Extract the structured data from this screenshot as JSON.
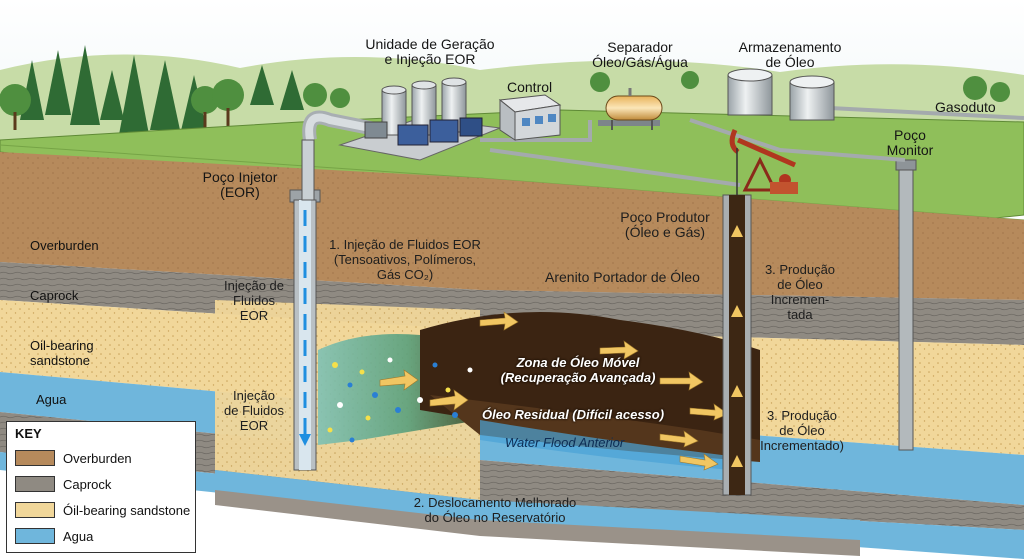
{
  "labels": {
    "unit": [
      "Unidade de Geração",
      "e Injeção EOR"
    ],
    "separator": [
      "Separador",
      "Óleo/Gás/Água"
    ],
    "storage": [
      "Armazenamento",
      "de Óleo"
    ],
    "control": "Control",
    "pipeline": "Gasoduto",
    "monitor_well": [
      "Poço",
      "Monitor"
    ],
    "injector_well": [
      "Poço Injetor",
      "(EOR)"
    ],
    "producer_well": [
      "Poço Produtor",
      "(Óleo e Gás)"
    ],
    "step1": [
      "1. Injeção de Fluidos EOR",
      "(Tensoativos, Polímeros,",
      "Gás CO₂)"
    ],
    "injection_upper": [
      "Injeção de",
      "Fluidos",
      "EOR"
    ],
    "injection_lower": [
      "Injeção",
      "de Fluidos",
      "EOR"
    ],
    "sandstone_label": "Arenito Portador de Óleo",
    "step3_upper": [
      "3. Produção",
      "de Óleo",
      "Incremen-",
      "tada"
    ],
    "step3_lower": [
      "3. Produção",
      "de Óleo",
      "Incrementado)"
    ],
    "mobile_zone": [
      "Zona de Óleo Móvel",
      "(Recuperação Avançada)"
    ],
    "residual": "Óleo Residual (Difícil acesso)",
    "waterflood": "Water Flood Anterior",
    "step2": [
      "2. Deslocamento Melhorado",
      "do Óleo no Reservatório"
    ]
  },
  "layers": {
    "overburden": "Overburden",
    "caprock": "Caprock",
    "sandstone": "Oil-bearing sandstone",
    "agua": "Agua"
  },
  "key": {
    "title": "KEY",
    "items": [
      {
        "label": "Overburden",
        "color": "#b68a5c"
      },
      {
        "label": "Caprock",
        "color": "#8f8a82"
      },
      {
        "label": "Óil-bearing sandstone",
        "color": "#f1d79a"
      },
      {
        "label": "Agua",
        "color": "#6fb6dc"
      }
    ]
  },
  "colors": {
    "grass": "#8fbf5a",
    "overburden": "#b68a5c",
    "caprock": "#8f8a82",
    "sandstone": "#f1d79a",
    "water": "#6fb6dc",
    "oil": "#3b2412",
    "injection_flow": "#2e86c9"
  }
}
